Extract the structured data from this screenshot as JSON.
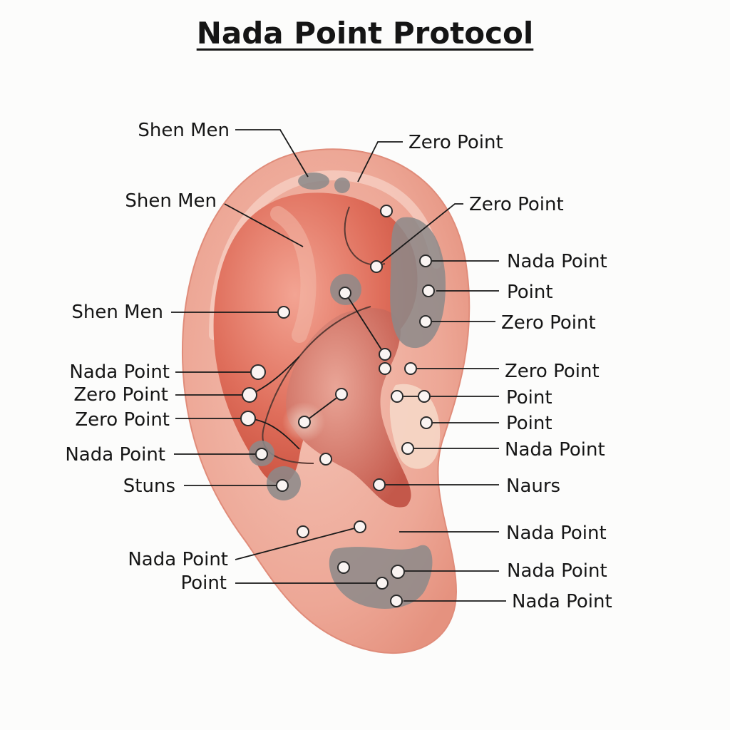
{
  "title": "Nada Point Protocol",
  "colors": {
    "skin_outer": "#f2b5a6",
    "skin_inner": "#d9614f",
    "zone_gray": "#8c8a8a",
    "leader_line": "#1a1a1a"
  },
  "labels": {
    "left": [
      "Shen Men",
      "Shen Men",
      "Shen Men",
      "Nada Point",
      "Zero Point",
      "Zero Point",
      "Nada Point",
      "Stuns",
      "Nada Point",
      "Point"
    ],
    "right": [
      "Zero Point",
      "Zero Point",
      "Nada Point",
      "Point",
      "Zero Point",
      "Zero Point",
      "Point",
      "Point",
      "Nada Point",
      "Naurs",
      "Nada Point",
      "Nada Point",
      "Nada Point"
    ]
  }
}
